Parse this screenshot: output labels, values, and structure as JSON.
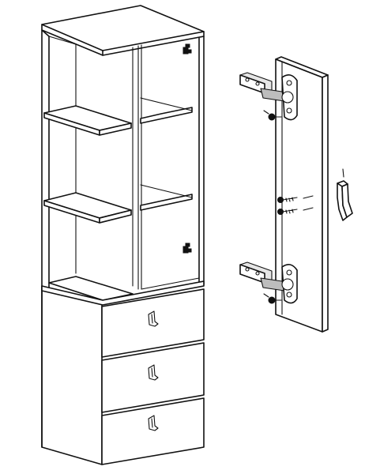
{
  "figure": {
    "type": "assembly-instruction",
    "subject": "cabinet-with-drawers-and-door-hinges",
    "drawer_count": 3,
    "shelf_count": 2,
    "hinge_count": 2,
    "screw_pairs_on_door": 1,
    "icons": [
      "cabinet-icon",
      "door-panel-icon",
      "hinge-icon",
      "screw-icon",
      "handle-icon",
      "cam-lock-icon"
    ]
  }
}
